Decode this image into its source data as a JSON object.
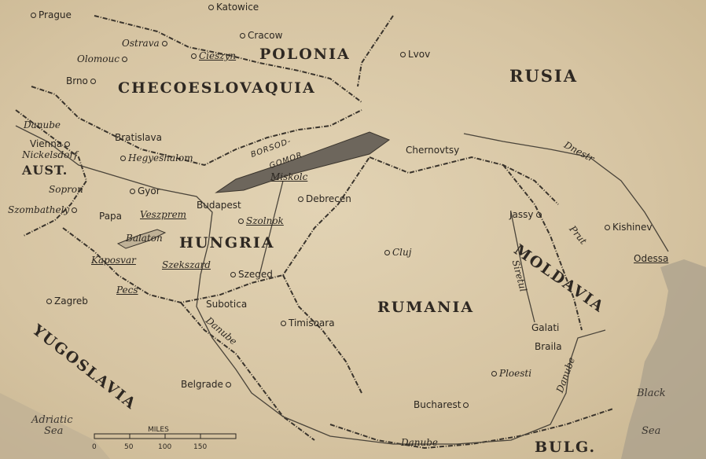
{
  "countries": {
    "polonia": "POLONIA",
    "checoslovaquia": "CHECOESLOVAQUIA",
    "rusia": "RUSIA",
    "aust": "AUST.",
    "hungria": "HUNGRIA",
    "rumania": "RUMANIA",
    "moldavia": "MOLDAVIA",
    "yugoslavia": "YUGOSLAVIA",
    "bulg": "BULG."
  },
  "regions": {
    "borsod": "BORSOD-",
    "gomor": "GOMOR"
  },
  "cities": {
    "prague": "Prague",
    "katowice": "Katowice",
    "cracow": "Cracow",
    "ostrava": "Ostrava",
    "cieszyn": "Cieszyn",
    "olomouc": "Olomouc",
    "brno": "Brno",
    "lvov": "Lvov",
    "vienna": "Vienna",
    "nickelsdorf": "Nickelsdorf",
    "bratislava": "Bratislava",
    "hegyeshalom": "Hegyeshalom",
    "sopron": "Sopron",
    "gyor": "Gyor",
    "szombathely": "Szombathely",
    "papa": "Papa",
    "veszprem": "Veszprem",
    "budapest": "Budapest",
    "miskolc": "Miskolc",
    "debrecen": "Debrecen",
    "szolnok": "Szolnok",
    "balaton": "Balaton",
    "kaposvar": "Kaposvar",
    "szekszard": "Szekszard",
    "pecs": "Pecs",
    "szeged": "Szeged",
    "zagreb": "Zagreb",
    "subotica": "Subotica",
    "timisoara": "Timisoara",
    "cluj": "Cluj",
    "chernovtsy": "Chernovtsy",
    "jassy": "Jassy",
    "kishinev": "Kishinev",
    "odessa": "Odessa",
    "galati": "Galati",
    "braila": "Braila",
    "ploesti": "Ploesti",
    "bucharest": "Bucharest",
    "belgrade": "Belgrade"
  },
  "rivers": {
    "danube_nw": "Danube",
    "danube_s": "Danube",
    "danube_se": "Danube",
    "danube_bottom": "Danube",
    "dnestr": "Dnestr",
    "prut": "Prut",
    "siretul": "Siretul"
  },
  "water": {
    "adriatic": "Adriatic",
    "adriatic_sea": "Sea",
    "black": "Black",
    "black_sea": "Sea"
  },
  "scale": {
    "title": "MILES",
    "ticks": [
      "0",
      "50",
      "100",
      "150"
    ]
  },
  "colors": {
    "paper": "#d8c7a6",
    "ink": "#2b2620",
    "sea": "#a89e8c"
  }
}
